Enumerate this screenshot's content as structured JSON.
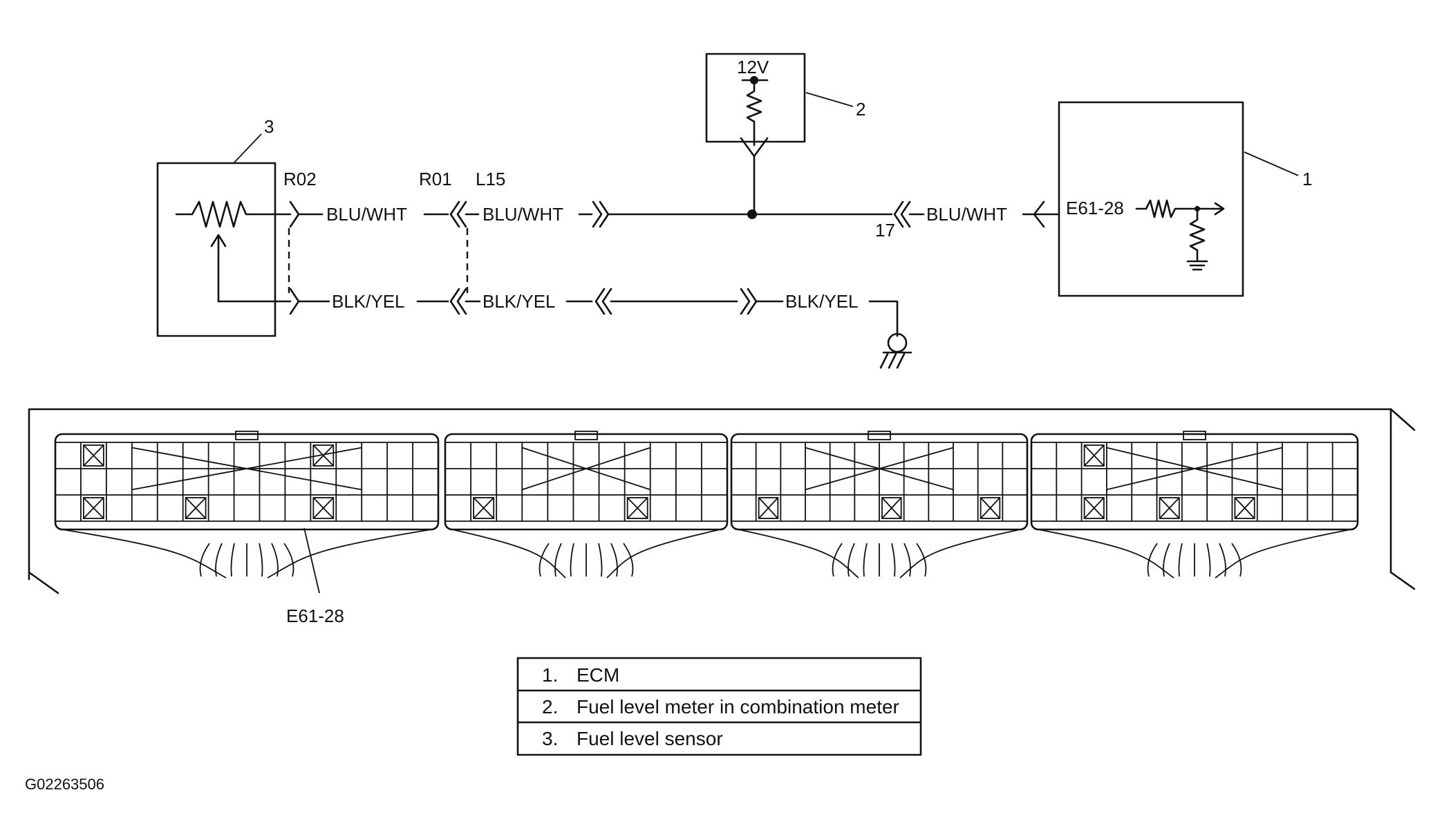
{
  "components": {
    "ecm": {
      "callout": "1",
      "pin_label": "E61-28"
    },
    "fuel_meter": {
      "callout": "2",
      "voltage": "12V"
    },
    "fuel_sensor": {
      "callout": "3"
    }
  },
  "connectors": {
    "r02": "R02",
    "r01": "R01",
    "l15": "L15",
    "pin17": "17"
  },
  "wires": {
    "top_1": "BLU/WHT",
    "top_2": "BLU/WHT",
    "top_3": "BLU/WHT",
    "bottom_1": "BLK/YEL",
    "bottom_2": "BLK/YEL",
    "bottom_3": "BLK/YEL"
  },
  "connector_view": {
    "pin_label": "E61-28"
  },
  "legend": [
    {
      "num": "1.",
      "text": "ECM"
    },
    {
      "num": "2.",
      "text": "Fuel level meter in combination meter"
    },
    {
      "num": "3.",
      "text": "Fuel level sensor"
    }
  ],
  "figure_id": "G02263506"
}
